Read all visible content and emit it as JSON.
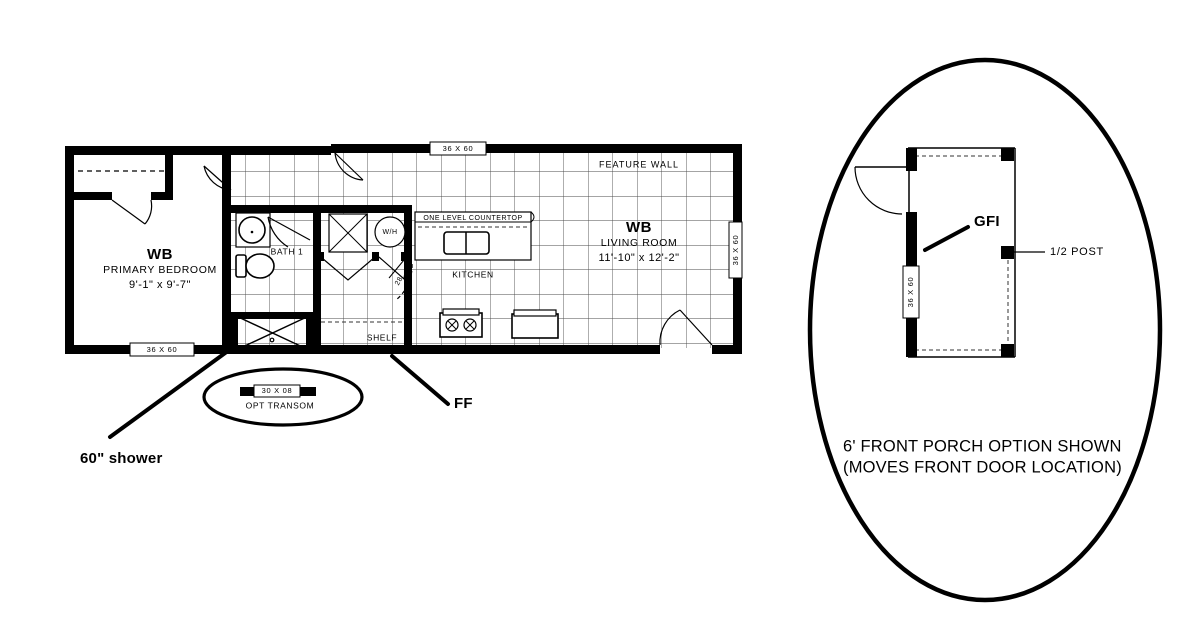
{
  "document": {
    "type": "manufactured-home-floor-plan",
    "background_color": "#ffffff",
    "line_color": "#000000"
  },
  "main_plan": {
    "rooms": [
      {
        "id": "primary-bedroom",
        "wb": "WB",
        "name": "PRIMARY BEDROOM",
        "dimensions": "9'-1\" x 9'-7\""
      },
      {
        "id": "living-room",
        "wb": "WB",
        "name": "LIVING ROOM",
        "dimensions": "11'-10\" x 12'-2\""
      },
      {
        "id": "bath",
        "name": "BATH 1"
      },
      {
        "id": "kitchen",
        "name": "KITCHEN"
      }
    ],
    "labels": {
      "feature_wall": "FEATURE WALL",
      "one_level_countertop": "ONE LEVEL COUNTERTOP",
      "shelf": "SHELF",
      "water_heater": "W/H",
      "door_swing_dim": "28"
    },
    "windows": [
      {
        "id": "bedroom-bottom-window",
        "size": "36 X 60",
        "orientation": "horizontal"
      },
      {
        "id": "top-window",
        "size": "36 X 60",
        "orientation": "horizontal"
      },
      {
        "id": "living-room-right-window",
        "size": "36 X 60",
        "orientation": "vertical"
      }
    ],
    "callouts": [
      {
        "id": "shower-callout",
        "label": "60\" shower"
      },
      {
        "id": "ff-callout",
        "label": "FF"
      }
    ],
    "transom_detail": {
      "window_size": "30 X 08",
      "label": "OPT TRANSOM"
    }
  },
  "porch_option": {
    "labels": {
      "gfi": "GFI",
      "half_post": "1/2 POST"
    },
    "window": {
      "size": "36 X 60",
      "orientation": "vertical"
    },
    "caption_line_1": "6' FRONT PORCH OPTION SHOWN",
    "caption_line_2": "(MOVES FRONT DOOR LOCATION)"
  }
}
